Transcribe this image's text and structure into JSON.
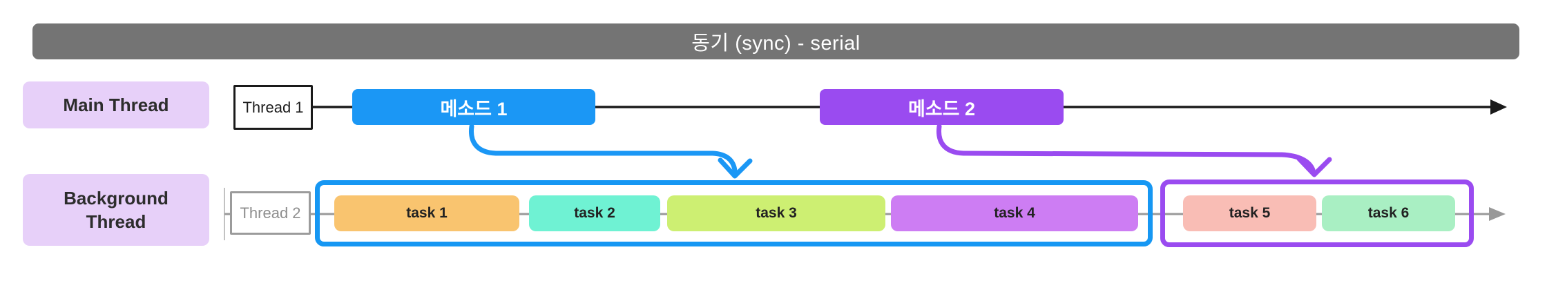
{
  "title": {
    "label": "동기 (sync) - serial"
  },
  "main_row": {
    "label": "Main Thread",
    "thread_box": "Thread 1",
    "methods": [
      {
        "label": "메소드 1",
        "color": "#1B97F5"
      },
      {
        "label": "메소드 2",
        "color": "#9A4BF0"
      }
    ]
  },
  "background_row": {
    "label": "Background\nThread",
    "thread_box": "Thread 2",
    "groups": [
      {
        "name": "sync group 1",
        "border_color": "#1697F3",
        "tasks": [
          {
            "label": "task 1",
            "color": "#F9C46F"
          },
          {
            "label": "task 2",
            "color": "#6FF2D3"
          },
          {
            "label": "task 3",
            "color": "#CDEF72"
          },
          {
            "label": "task 4",
            "color": "#CD7DF3"
          }
        ]
      },
      {
        "name": "sync group 2",
        "border_color": "#9A4BF0",
        "tasks": [
          {
            "label": "task 5",
            "color": "#F9BDB5"
          },
          {
            "label": "task 6",
            "color": "#A9EFC3"
          }
        ]
      }
    ]
  },
  "arrows": {
    "main_timeline": "black-right-arrow",
    "background_timeline": "gray-right-arrow",
    "method1_to_group1": "blue-curved-down-arrow",
    "method2_to_group2": "purple-curved-down-arrow"
  },
  "colors": {
    "title_bar_bg": "#747474",
    "title_text": "#ffffff",
    "row_label_bg": "#E7D0F9",
    "main_timeline": "#1a1a1a",
    "background_timeline": "#999999",
    "thread2_border": "#9b9b9b"
  }
}
